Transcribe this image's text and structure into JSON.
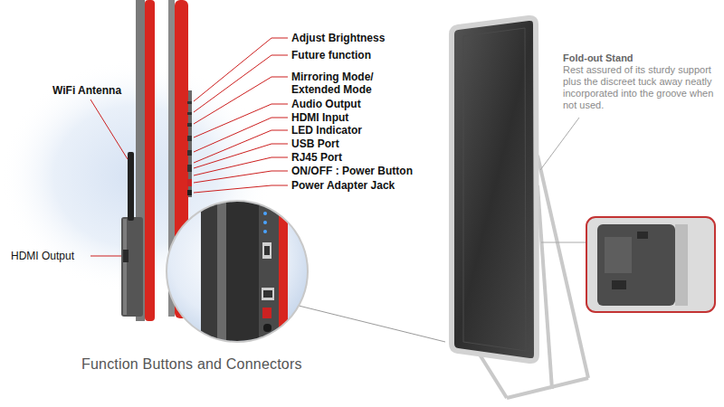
{
  "diagram": {
    "title": "Function Buttons and Connectors",
    "labels": [
      "Adjust Brightness",
      "Future function",
      "Mirroring Mode/ Extended Mode",
      "Audio Output",
      "HDMI Input",
      "LED Indicator",
      "USB Port",
      "RJ45 Port",
      "ON/OFF : Power Button",
      "Power Adapter Jack",
      "WiFi Antenna",
      "HDMI Output",
      "Fold-out Stand",
      "Rest assured of its sturdy support plus the discreet tuck away neatly incorporated into the groove when not used."
    ]
  }
}
